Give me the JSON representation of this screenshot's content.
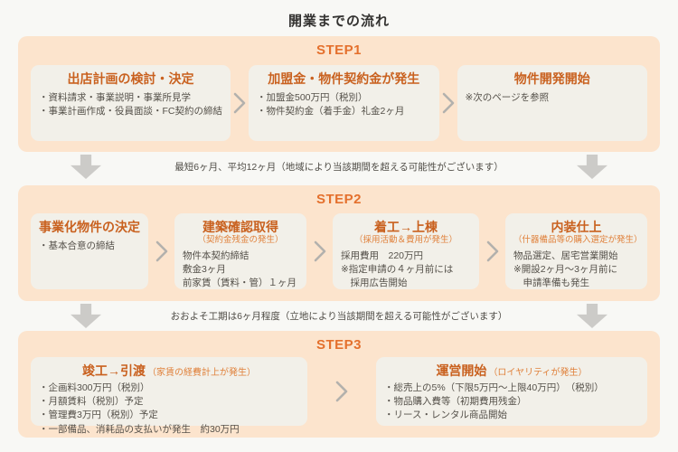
{
  "page": {
    "title": "開業までの流れ"
  },
  "colors": {
    "page_bg": "#f8f8f5",
    "band_bg": "#fce4cd",
    "box_bg": "#f2f0e9",
    "step_label_orange": "#e4702d",
    "box_title_orange": "#c9611f",
    "box_subtitle_orange": "#e0813b",
    "body_text": "#55514a",
    "note_text": "#4f4c46",
    "down_arrow_gray": "#cccbc8",
    "chevron_gray": "#b3b1ad"
  },
  "steps": [
    {
      "label": "STEP1",
      "boxes": [
        {
          "title": "出店計画の検討・決定",
          "items": [
            "・資料請求・事業説明・事業所見学",
            "・事業計画作成・役員面談・FC契約の締結"
          ]
        },
        {
          "title": "加盟金・物件契約金が発生",
          "items": [
            "・加盟金500万円（税別）",
            "・物件契約金（着手金）礼金2ヶ月"
          ]
        },
        {
          "title": "物件開発開始",
          "items": [
            "※次のページを参照"
          ]
        }
      ]
    },
    {
      "label": "STEP2",
      "boxes": [
        {
          "title": "事業化物件の決定",
          "items": [
            "・基本合意の締結"
          ]
        },
        {
          "title": "建築確認取得",
          "subtitle": "（契約金残金の発生）",
          "items": [
            "物件本契約締結",
            "敷金3ヶ月",
            "前家賃（賃料・管）１ヶ月"
          ]
        },
        {
          "title": "着工→上棟",
          "subtitle": "（採用活動＆費用が発生）",
          "items": [
            "採用費用　220万円",
            "※指定申請の４ヶ月前には",
            "　採用広告開始"
          ]
        },
        {
          "title": "内装仕上",
          "subtitle": "（什器備品等の購入選定が発生）",
          "items": [
            "物品選定、居宅営業開始",
            "※開設2ヶ月～3ヶ月前に",
            "　申請準備も発生"
          ]
        }
      ]
    },
    {
      "label": "STEP3",
      "boxes": [
        {
          "title": "竣工→引渡",
          "subtitle": "（家賃の経費計上が発生）",
          "items": [
            "・企画料300万円（税別）",
            "・月額賃料（税別）予定",
            "・管理費3万円（税別）予定",
            "・一部備品、消耗品の支払いが発生　約30万円"
          ]
        },
        {
          "title": "運営開始",
          "subtitle": "（ロイヤリティが発生）",
          "items": [
            "・総売上の5%（下限5万円～上限40万円）　（税別）",
            "・物品購入費等（初期費用残金）",
            "・リース・レンタル商品開始"
          ]
        }
      ]
    }
  ],
  "connectors": [
    {
      "note": "最短6ヶ月、平均12ヶ月（地域により当該期間を超える可能性がございます）"
    },
    {
      "note": "おおよそ工期は6ヶ月程度（立地により当該期間を超える可能性がございます）"
    }
  ]
}
